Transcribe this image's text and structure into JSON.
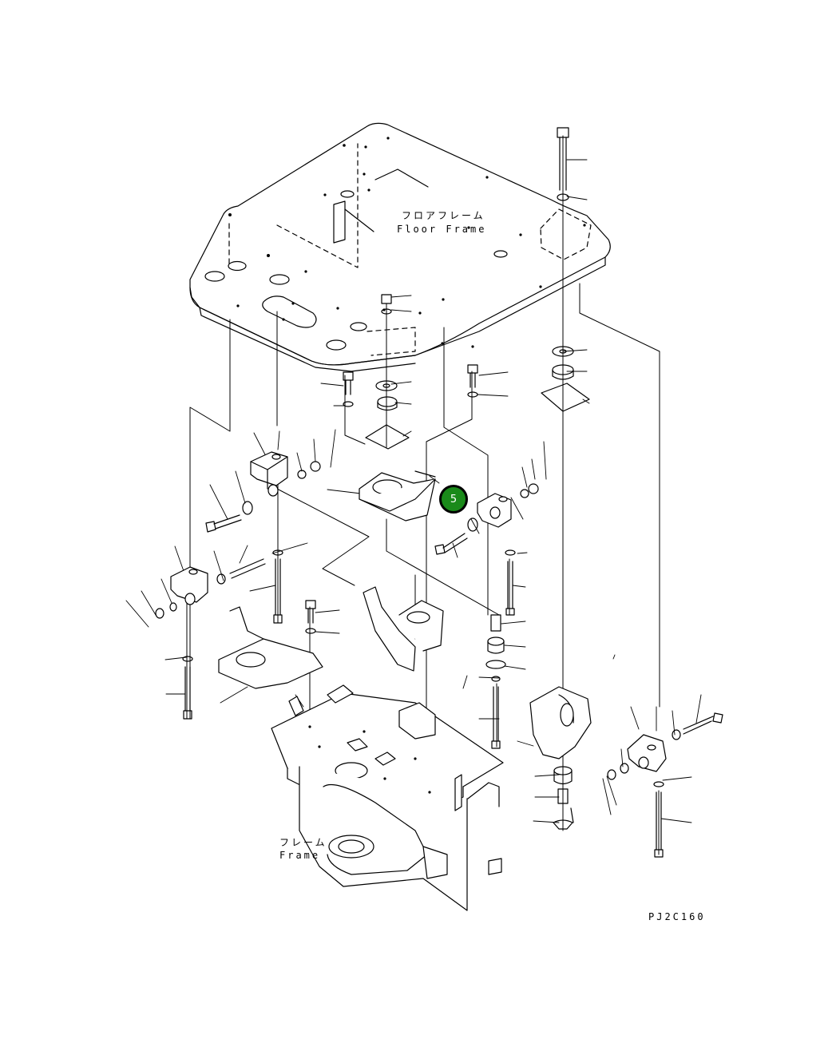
{
  "diagram": {
    "code": "PJ2C160",
    "labels": {
      "floor_frame_jp": "フロアフレーム",
      "floor_frame_en": "Floor Frame",
      "frame_jp": "フレーム",
      "frame_en": "Frame"
    },
    "callout": {
      "number": "5",
      "color": "#1a8a1a"
    }
  }
}
